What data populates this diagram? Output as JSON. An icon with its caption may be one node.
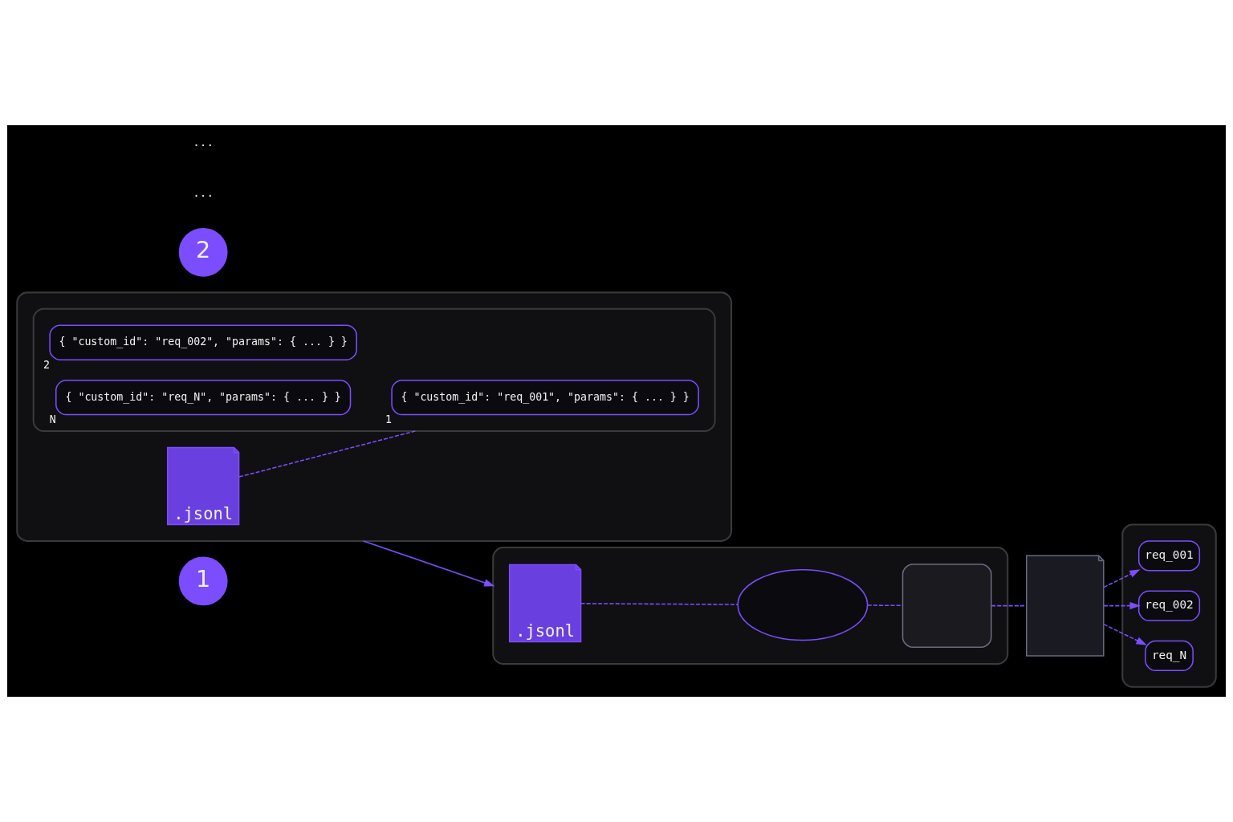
{
  "diagram": {
    "nodes": [
      {
        "text": [
          "1"
        ]
      },
      {
        "text": [],
        "shape": "box"
      },
      {
        "text": [
          ".jsonl"
        ],
        "in": 1
      },
      {
        "text": [],
        "shape": "box",
        "in": 1
      },
      {
        "text": [
          "{ \"custom_id\": \"req_001\", \"params\": { ... } }"
        ],
        "in": 3,
        "beside": [
          "1"
        ]
      },
      {
        "text": [
          "{ \"custom_id\": \"req_002\", \"params\": { ... } }"
        ],
        "in": 3,
        "beside": [
          "2"
        ]
      },
      {
        "text": [
          "{ \"custom_id\": \"req_N\", \"params\": { ... } }"
        ],
        "in": 3,
        "beside": [
          "N"
        ]
      },
      {
        "text": [
          "2"
        ]
      },
      {
        "text": [],
        "shape": "box"
      },
      {
        "text": [
          ".jsonl"
        ],
        "in": 8
      },
      {
        "text": [],
        "shape": "cloud",
        "in": 8
      },
      {
        "text": [],
        "shape": "box",
        "in": 8
      },
      {
        "text": [],
        "shape": "document"
      },
      {
        "text": [],
        "shape": "box"
      },
      {
        "text": [
          "req_001"
        ],
        "in": 13
      },
      {
        "text": [
          "req_002"
        ],
        "in": 13
      },
      {
        "text": [
          "req_N"
        ],
        "in": 13
      }
    ],
    "edges": [
      {
        "from": 2,
        "to": 3,
        "arrow": "none",
        "style": "dashed"
      },
      {
        "from": 1,
        "to": 8,
        "arrow": "to"
      },
      {
        "from": 9,
        "to": 10,
        "arrow": "none",
        "style": "dashed"
      },
      {
        "from": 10,
        "to": 11,
        "arrow": "none",
        "style": "dashed"
      },
      {
        "from": 11,
        "to": 12,
        "arrow": "none",
        "style": "dashed"
      },
      {
        "from": 12,
        "to": 14,
        "arrow": "to",
        "style": "dashed"
      },
      {
        "from": 12,
        "to": 15,
        "arrow": "to",
        "style": "dashed"
      },
      {
        "from": 12,
        "to": 16,
        "arrow": "to",
        "style": "dashed"
      }
    ],
    "labels": [
      "...",
      "..."
    ]
  }
}
